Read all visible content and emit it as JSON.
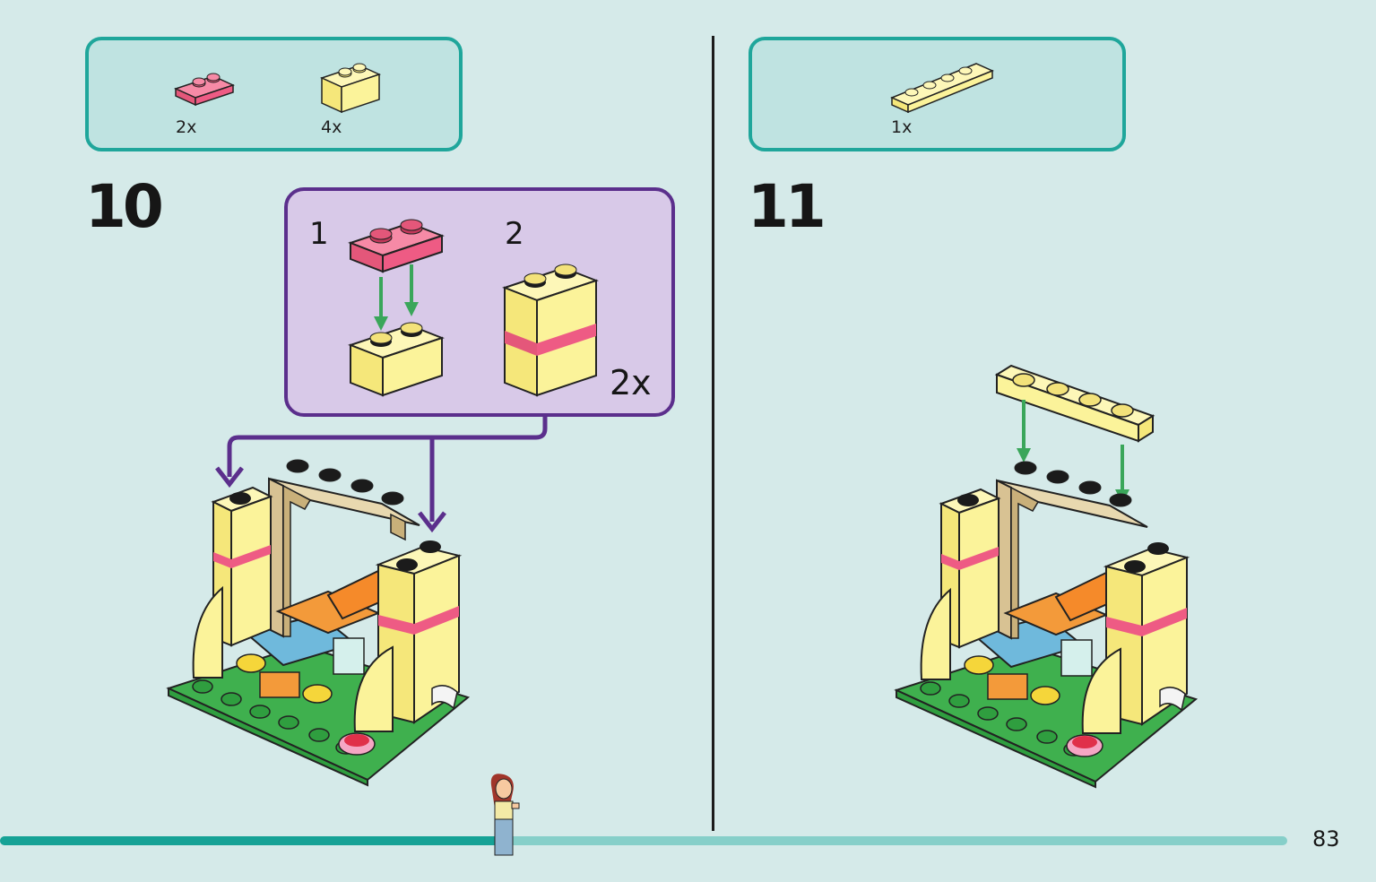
{
  "page_number": "83",
  "colors": {
    "accent_teal": "#1fa69b",
    "sub_step_purple": "#5b2f8c",
    "brick_pink": "#ee5b84",
    "brick_yellow": "#fbf39a",
    "brick_tan": "#d8c293",
    "baseplate_green": "#2f9e3f",
    "arrow_green": "#3aa65a"
  },
  "progress": {
    "fraction": 0.39
  },
  "step10": {
    "number": "10",
    "parts": [
      {
        "icon": "pink-1x2-plate-icon",
        "count": "2x"
      },
      {
        "icon": "yellow-1x2-brick-icon",
        "count": "4x"
      }
    ],
    "substeps": {
      "step1_label": "1",
      "step2_label": "2",
      "multiplier": "2x"
    }
  },
  "step11": {
    "number": "11",
    "parts": [
      {
        "icon": "yellow-1x4-plate-icon",
        "count": "1x"
      }
    ]
  }
}
